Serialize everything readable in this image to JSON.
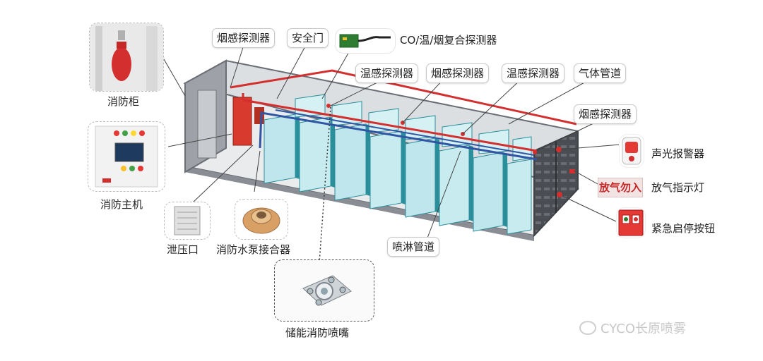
{
  "labels": {
    "smoke_detector": "烟感探测器",
    "safety_door": "安全门",
    "co_temp_smoke_detector": "CO/温/烟复合探测器",
    "temp_detector": "温感探测器",
    "gas_pipe": "气体管道",
    "fire_cabinet": "消防柜",
    "fire_host": "消防主机",
    "pressure_relief_vent": "泄压口",
    "water_pump_connector": "消防水泵接合器",
    "sprinkler_pipe": "喷淋管道",
    "nozzle": "储能消防喷嘴",
    "sound_light_alarm": "声光报警器",
    "gas_release_indicator": "放气指示灯",
    "emergency_button": "紧急启停按钮"
  },
  "sign_text": "放气勿入",
  "watermark": "CYCO长原喷雾",
  "colors": {
    "gas_pipe": "#d32f2f",
    "water_pipe": "#2f55a4",
    "battery": "#bfe6ec",
    "battery_edge": "#2a8f9b",
    "container": "#6b6f75",
    "box_border": "#c9c9c9"
  }
}
